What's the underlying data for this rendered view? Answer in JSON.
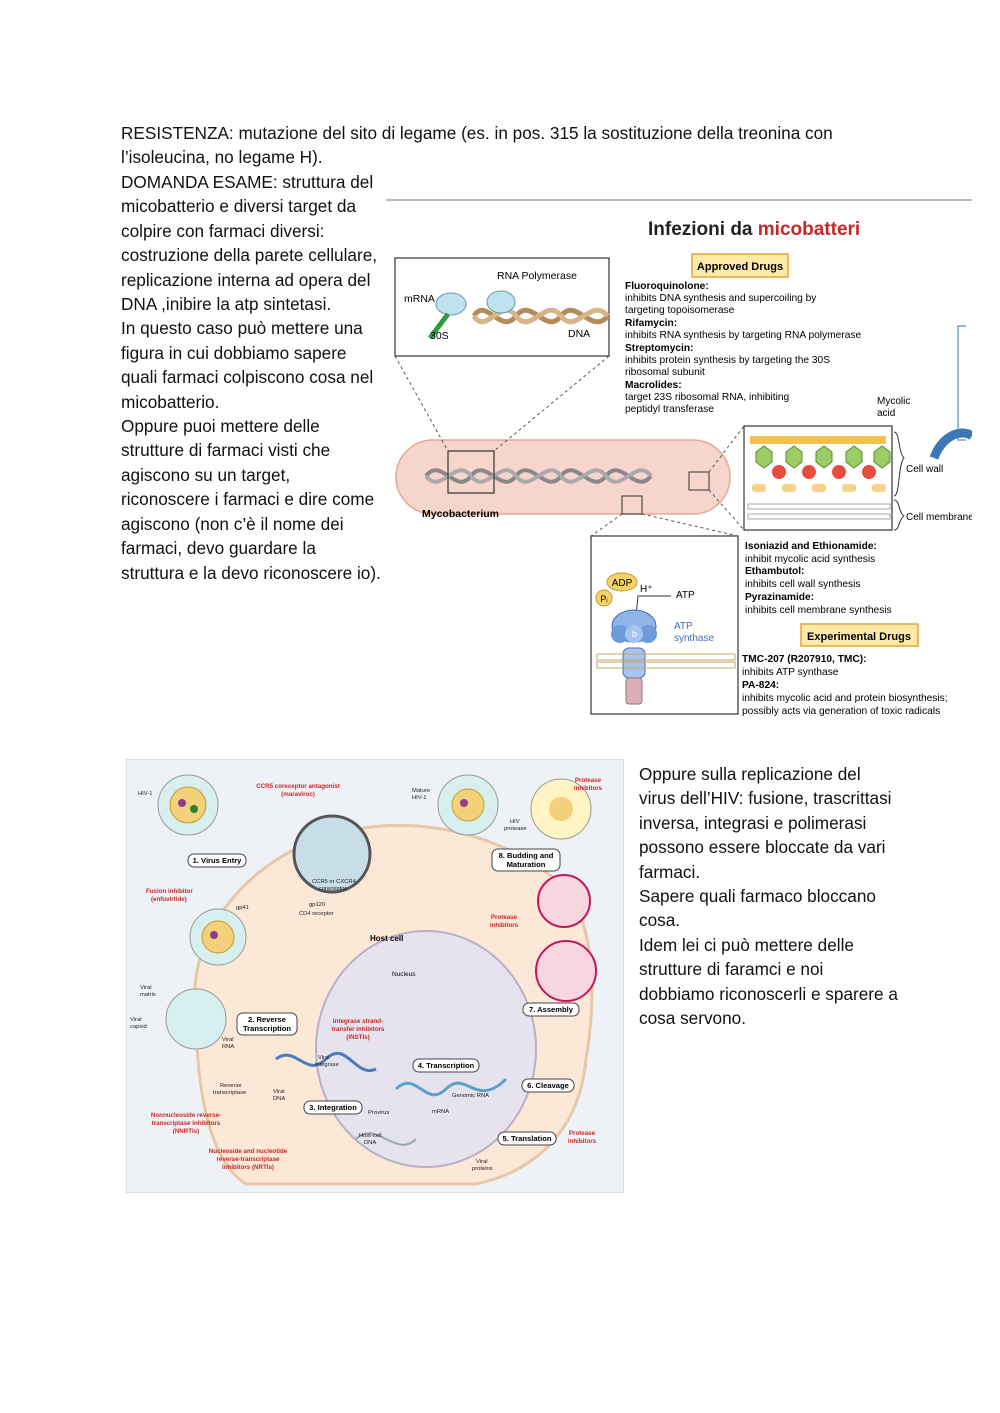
{
  "text": {
    "intro": "RESISTENZA: mutazione del sito di legame (es. in pos. 315 la sostituzione della treonina con l’isoleucina, no legame H).",
    "col_a": "DOMANDA ESAME:  struttura del micobatterio e diversi target da colpire con farmaci diversi: costruzione della parete cellulare, replicazione interna ad opera del DNA ,inibire la atp sintetasi.\nIn questo caso può mettere una figura in cui dobbiamo sapere quali farmaci colpiscono cosa nel micobatterio.\nOppure puoi mettere delle strutture di farmaci visti che agiscono su un target, riconoscere i farmaci e dire come agiscono (non c’è il nome dei farmaci, devo guardare la struttura e la devo riconoscere io).",
    "col_b": "Oppure sulla replicazione del virus dell’HIV: fusione, trascrittasi inversa, integrasi e polimerasi possono essere bloccate da vari farmaci.\nSapere quali farmaco bloccano cosa.\nIdem lei ci può mettere delle strutture di faramci e noi dobbiamo riconoscerli e sparere a cosa servono."
  },
  "fig1": {
    "title_a": "Infezioni da ",
    "title_b": "micobatteri",
    "approved": "Approved Drugs",
    "experimental": "Experimental Drugs",
    "rna_pol": "RNA Polymerase",
    "mrna": "mRNA",
    "s30": "30S",
    "dna": "DNA",
    "mycobacterium": "Mycobacterium",
    "mycolic": "Mycolic",
    "acid": "acid",
    "cell_wall": "Cell wall",
    "cell_membrane": "Cell membrane",
    "adp": "ADP",
    "h": "H⁺",
    "atp": "ATP",
    "pi": "Pᵢ",
    "atp_syn1": "ATP",
    "atp_syn2": "synthase",
    "d1": "Fluoroquinolone:",
    "d1a": "inhibits DNA synthesis and supercoiling by",
    "d1b": "targeting topoisomerase",
    "d2": "Rifamycin:",
    "d2a": "inhibits RNA synthesis by targeting RNA polymerase",
    "d3": "Streptomycin:",
    "d3a": "inhibits protein synthesis by targeting the 30S",
    "d3b": "ribosomal subunit",
    "d4": "Macrolides:",
    "d4a": "target 23S ribosomal RNA, inhibiting",
    "d4b": "peptidyl transferase",
    "e1": "Isoniazid and Ethionamide:",
    "e1a": "inhibit mycolic acid synthesis",
    "e2": "Ethambutol:",
    "e2a": "inhibits cell wall synthesis",
    "e3": "Pyrazinamide:",
    "e3a": "inhibits cell membrane synthesis",
    "x1": "TMC-207 (R207910, TMC):",
    "x1a": "inhibits ATP synthase",
    "x2": "PA-824:",
    "x2a": "inhibits mycolic acid and protein biosynthesis;",
    "x2b": "possibly acts via generation of toxic radicals"
  },
  "fig2": {
    "hiv1": "HIV-1",
    "mature1": "Mature",
    "mature2": "HIV-1",
    "protease1": "HIV",
    "protease2": "protease",
    "ccr5a": "CCR5 coreceptor antagonist",
    "ccr5b": "(maraviroc)",
    "pi1": "Protease",
    "pi2": "inhibitors",
    "s1": "1. Virus Entry",
    "s2a": "2. Reverse",
    "s2b": "Transcription",
    "s3": "3. Integration",
    "s4": "4. Transcription",
    "s5": "5. Translation",
    "s6": "6. Cleavage",
    "s7": "7. Assembly",
    "s8a": "8. Budding and",
    "s8b": "Maturation",
    "fi1": "Fusion inhibitor",
    "fi2": "(enfuvirtide)",
    "gp41": "gp41",
    "gp120": "gp120",
    "cxcr4a": "CCR5 or CXCR4",
    "cxcr4b": "coreceptor",
    "cd4": "CD4 receptor",
    "hostcell": "Host cell",
    "nucleus": "Nucleus",
    "vm1": "Viral",
    "vm2": "matrix",
    "vc1": "Viral",
    "vc2": "capsid",
    "vrna1": "Viral",
    "vrna2": "RNA",
    "rt1": "Reverse",
    "rt2": "transcriptase",
    "vdna1": "Viral",
    "vdna2": "DNA",
    "vint1": "Viral",
    "vint2": "integrase",
    "insti1": "Integrase strand-",
    "insti2": "transfer inhibitors",
    "insti3": "(INSTIs)",
    "nnrti1": "Nonnucleoside reverse-",
    "nnrti2": "transcriptase inhibitors",
    "nnrti3": "(NNRTIs)",
    "nrti1": "Nucleoside and nucleotide",
    "nrti2": "reverse-transcriptase",
    "nrti3": "inhibitors (NRTIs)",
    "provirus": "Provirus",
    "genomic": "Genomic RNA",
    "mrna": "mRNA",
    "hcdna1": "Host-cell",
    "hcdna2": "DNA",
    "vp1": "Viral",
    "vp2": "proteins"
  }
}
